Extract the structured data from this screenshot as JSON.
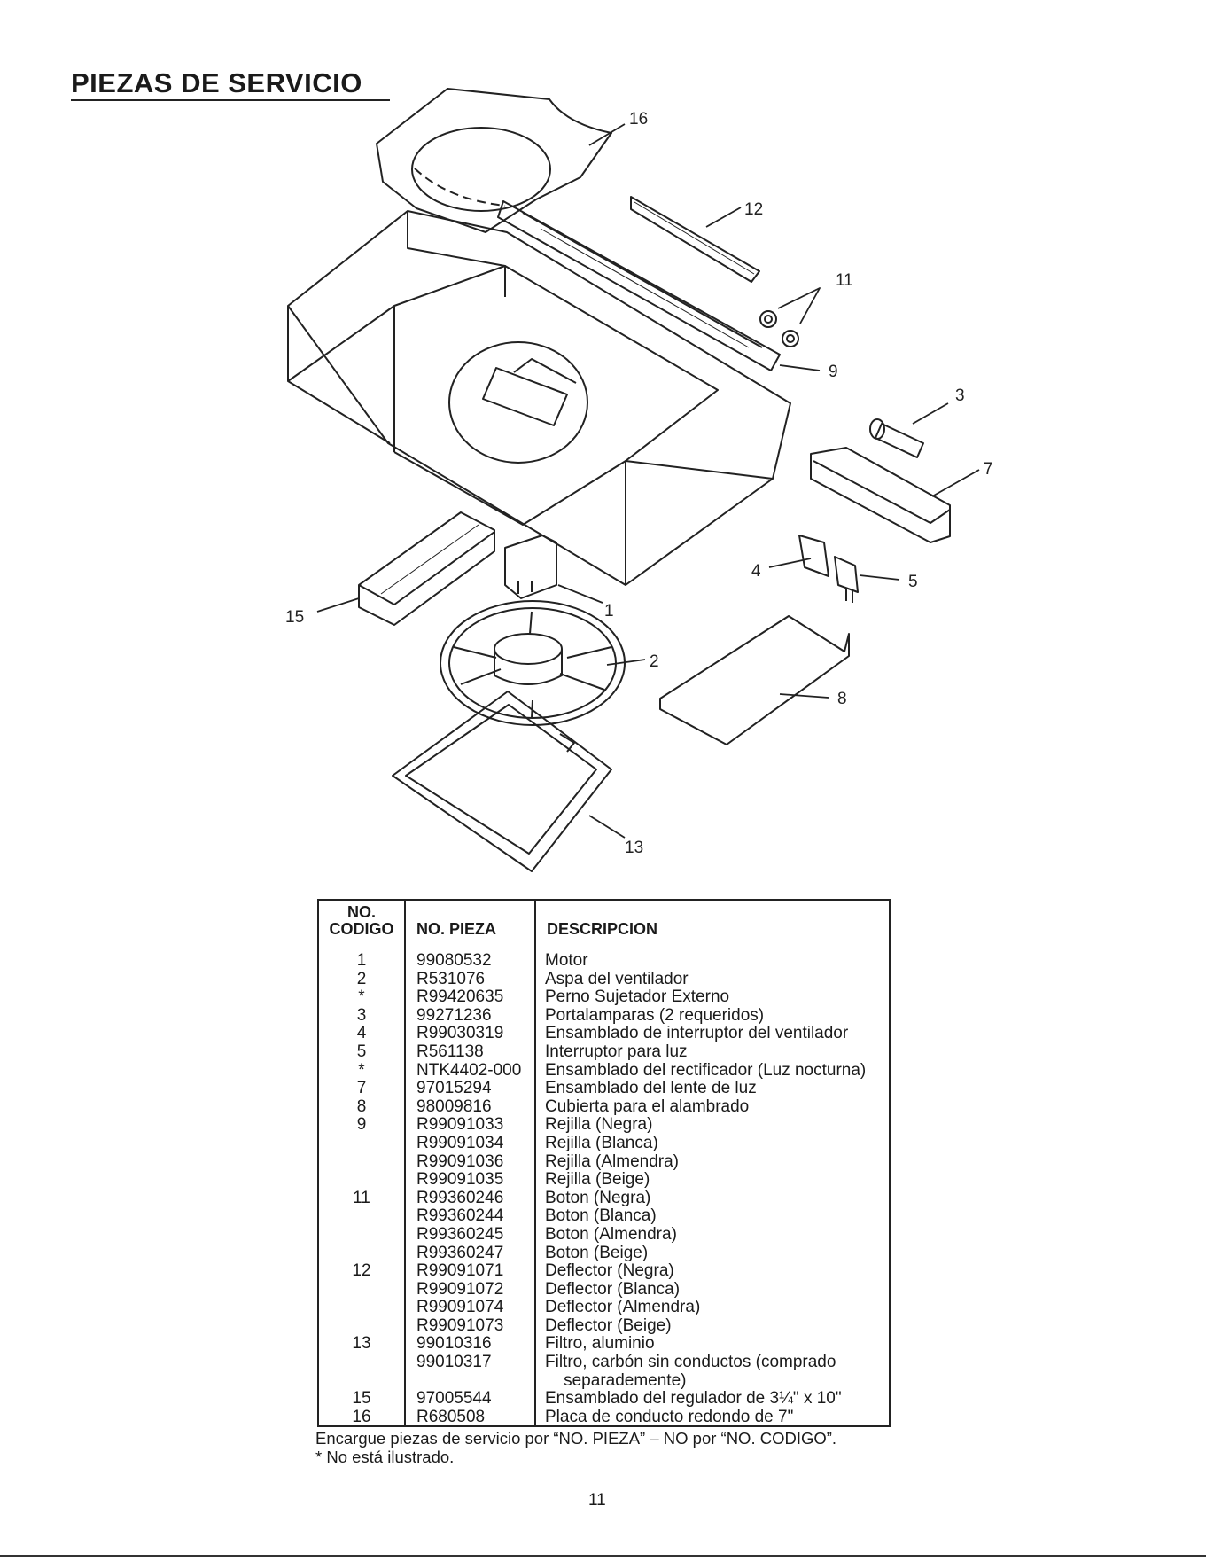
{
  "title": "PIEZAS DE SERVICIO",
  "callouts": [
    "16",
    "12",
    "11",
    "9",
    "3",
    "7",
    "4",
    "5",
    "15",
    "1",
    "2",
    "8",
    "13"
  ],
  "table": {
    "header": {
      "no_line1": "NO.",
      "no_line2": "CODIGO",
      "part": "NO. PIEZA",
      "desc": "DESCRIPCION"
    },
    "rows": [
      {
        "no": "1",
        "part": "99080532",
        "desc": "Motor"
      },
      {
        "no": "2",
        "part": "R531076",
        "desc": "Aspa del ventilador"
      },
      {
        "no": "*",
        "part": "R99420635",
        "desc": "Perno Sujetador Externo"
      },
      {
        "no": "3",
        "part": "99271236",
        "desc": "Portalamparas (2 requeridos)"
      },
      {
        "no": "4",
        "part": "R99030319",
        "desc": "Ensamblado de interruptor del ventilador"
      },
      {
        "no": "5",
        "part": "R561138",
        "desc": "Interruptor para luz"
      },
      {
        "no": "*",
        "part": "NTK4402-000",
        "desc": "Ensamblado del rectificador (Luz nocturna)"
      },
      {
        "no": "7",
        "part": "97015294",
        "desc": "Ensamblado del lente de luz"
      },
      {
        "no": "8",
        "part": "98009816",
        "desc": "Cubierta para el alambrado"
      },
      {
        "no": "9",
        "part": "R99091033",
        "desc": "Rejilla (Negra)"
      },
      {
        "no": "",
        "part": "R99091034",
        "desc": "Rejilla (Blanca)"
      },
      {
        "no": "",
        "part": "R99091036",
        "desc": "Rejilla (Almendra)"
      },
      {
        "no": "",
        "part": "R99091035",
        "desc": "Rejilla (Beige)"
      },
      {
        "no": "11",
        "part": "R99360246",
        "desc": "Boton (Negra)"
      },
      {
        "no": "",
        "part": "R99360244",
        "desc": "Boton (Blanca)"
      },
      {
        "no": "",
        "part": "R99360245",
        "desc": "Boton (Almendra)"
      },
      {
        "no": "",
        "part": "R99360247",
        "desc": "Boton (Beige)"
      },
      {
        "no": "12",
        "part": "R99091071",
        "desc": "Deflector (Negra)"
      },
      {
        "no": "",
        "part": "R99091072",
        "desc": "Deflector (Blanca)"
      },
      {
        "no": "",
        "part": "R99091074",
        "desc": "Deflector (Almendra)"
      },
      {
        "no": "",
        "part": "R99091073",
        "desc": "Deflector (Beige)"
      },
      {
        "no": "13",
        "part": "99010316",
        "desc": "Filtro, aluminio"
      },
      {
        "no": "",
        "part": "99010317",
        "desc": "Filtro, carbón sin conductos (comprado"
      },
      {
        "no": "",
        "part": "",
        "desc": "    separademente)"
      },
      {
        "no": "15",
        "part": "97005544",
        "desc": "Ensamblado del regulador de 3¼\" x 10\""
      },
      {
        "no": "16",
        "part": "R680508",
        "desc": "Placa de conducto redondo de 7\""
      }
    ]
  },
  "footnotes": [
    "Encargue piezas de servicio por “NO. PIEZA” – NO por “NO. CODIGO”.",
    "* No está ilustrado."
  ],
  "page_number": "11"
}
